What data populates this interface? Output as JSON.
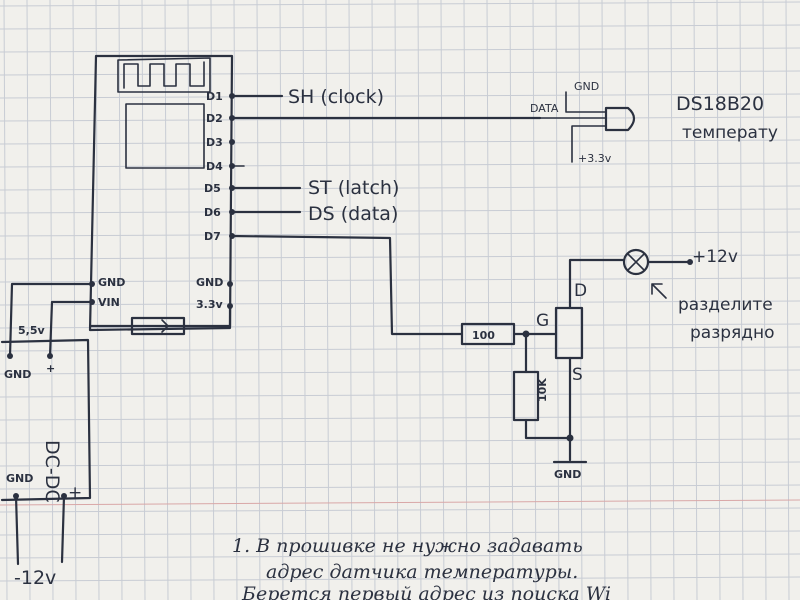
{
  "module": {
    "pins": [
      "D1",
      "D2",
      "D3",
      "D4",
      "D5",
      "D6",
      "D7"
    ],
    "power_pins": [
      "GND",
      "VIN"
    ],
    "right_power_pins": [
      "GND",
      "3.3v"
    ]
  },
  "signals": {
    "sh": "SH (clock)",
    "st": "ST (latch)",
    "ds": "DS (data)"
  },
  "sensor": {
    "gnd": "GND",
    "data": "DATA",
    "vcc": "+3.3v",
    "name": "DS18B20",
    "desc": "температу"
  },
  "mosfet": {
    "gate": "G",
    "drain": "D",
    "source": "S",
    "gnd": "GND"
  },
  "resistors": {
    "gate": "100",
    "pulldown": "10K"
  },
  "lamp": {
    "supply": "+12v",
    "note_line1": "разделите",
    "note_line2": "разрядно"
  },
  "dcdc": {
    "label": "DC-DC",
    "out_voltage": "5,5v",
    "out_gnd": "GND",
    "out_plus": "+",
    "in_gnd": "GND",
    "in_plus": "+",
    "in_voltage": "-12v"
  },
  "notes": {
    "line1": "1. В прошивке не нужно задавать",
    "line2": "адрес датчика температуры.",
    "line3": "Берется первый адрес из поиска Wi"
  }
}
